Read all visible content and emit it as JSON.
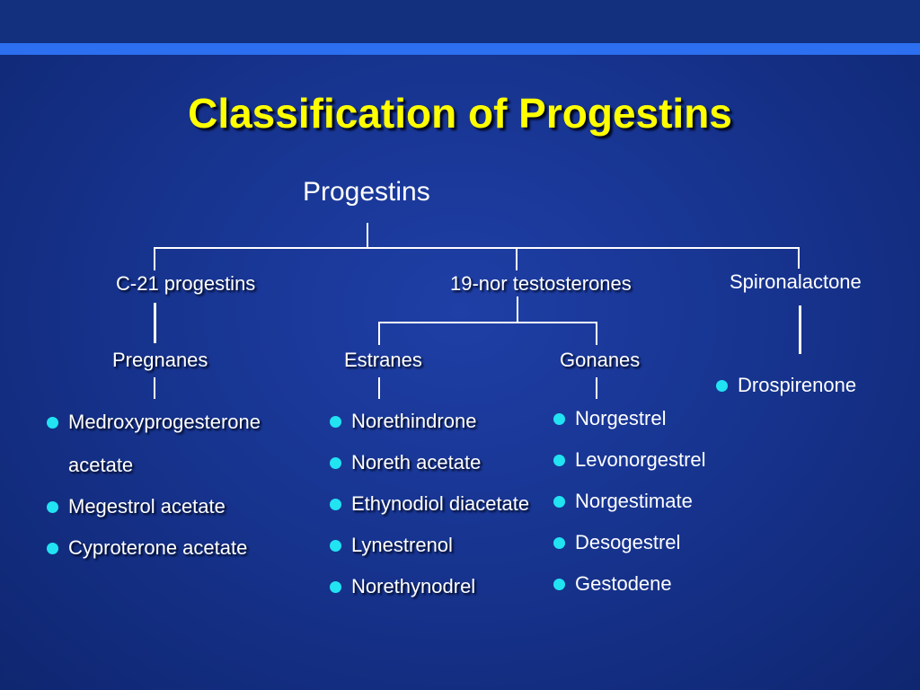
{
  "title": "Classification of Progestins",
  "root": "Progestins",
  "branches": {
    "c21": "C-21 progestins",
    "nor19": "19-nor testosterones",
    "spiro": "Spironalactone"
  },
  "subgroups": {
    "pregnanes": "Pregnanes",
    "estranes": "Estranes",
    "gonanes": "Gonanes"
  },
  "pregnanes_items": [
    "Medroxyprogesterone",
    "acetate",
    "Megestrol acetate",
    "Cyproterone acetate"
  ],
  "estranes_items": [
    "Norethindrone",
    "Noreth acetate",
    "Ethynodiol diacetate",
    "Lynestrenol",
    "Norethynodrel"
  ],
  "gonanes_items": [
    "Norgestrel",
    "Levonorgestrel",
    "Norgestimate",
    "Desogestrel",
    "Gestodene"
  ],
  "spiro_items": [
    "Drospirenone"
  ],
  "colors": {
    "background": "#173490",
    "title": "#ffff00",
    "bullet": "#21e3f2",
    "stripe": "#2c6ff0"
  }
}
